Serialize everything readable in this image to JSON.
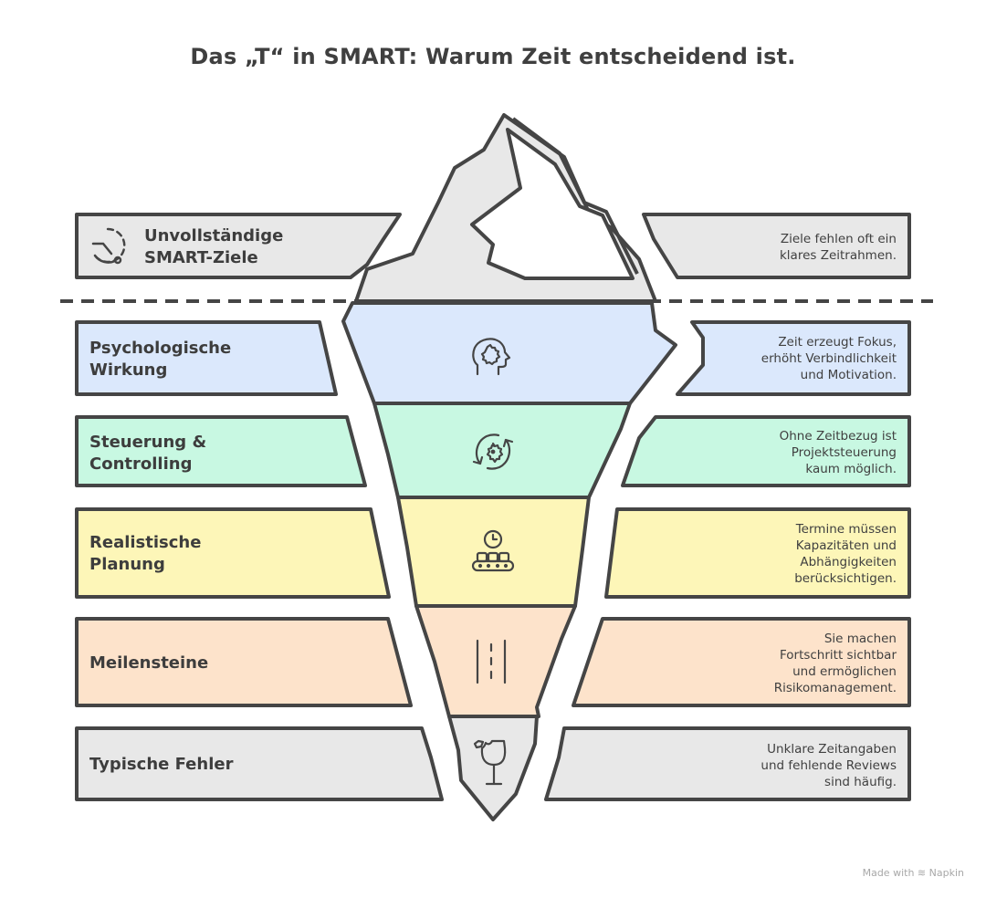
{
  "title": "Das „T“ in SMART: Warum Zeit entscheidend ist.",
  "colors": {
    "outline": "#454545",
    "gray": "#e8e8e8",
    "blue": "#dbe8fc",
    "green": "#c8f8e2",
    "yellow": "#fdf6b8",
    "peach": "#fde3cb"
  },
  "layers": [
    {
      "label": "Unvollständige SMART-Ziele",
      "label_lines": [
        "Unvollständige",
        "SMART-Ziele"
      ],
      "description_lines": [
        "Ziele fehlen oft ein",
        "klares Zeitrahmen."
      ],
      "icon": "timer-icon",
      "color": "gray"
    },
    {
      "label": "Psychologische Wirkung",
      "label_lines": [
        "Psychologische",
        "Wirkung"
      ],
      "description_lines": [
        "Zeit erzeugt Fokus,",
        "erhöht Verbindlichkeit",
        "und Motivation."
      ],
      "icon": "head-gear-icon",
      "color": "blue"
    },
    {
      "label": "Steuerung & Controlling",
      "label_lines": [
        "Steuerung &",
        "Controlling"
      ],
      "description_lines": [
        "Ohne Zeitbezug ist",
        "Projektsteuerung",
        "kaum möglich."
      ],
      "icon": "gear-cycle-icon",
      "color": "green"
    },
    {
      "label": "Realistische Planung",
      "label_lines": [
        "Realistische",
        "Planung"
      ],
      "description_lines": [
        "Termine müssen",
        "Kapazitäten und",
        "Abhängigkeiten",
        "berücksichtigen."
      ],
      "icon": "clock-conveyor-icon",
      "color": "yellow"
    },
    {
      "label": "Meilensteine",
      "label_lines": [
        "Meilensteine"
      ],
      "description_lines": [
        "Sie machen",
        "Fortschritt sichtbar",
        "und ermöglichen",
        "Risikomanagement."
      ],
      "icon": "road-icon",
      "color": "peach"
    },
    {
      "label": "Typische Fehler",
      "label_lines": [
        "Typische Fehler"
      ],
      "description_lines": [
        "Unklare Zeitangaben",
        "und fehlende Reviews",
        "sind häufig."
      ],
      "icon": "broken-glass-icon",
      "color": "gray"
    }
  ],
  "footer": {
    "text": "Made with",
    "brand": "Napkin"
  }
}
